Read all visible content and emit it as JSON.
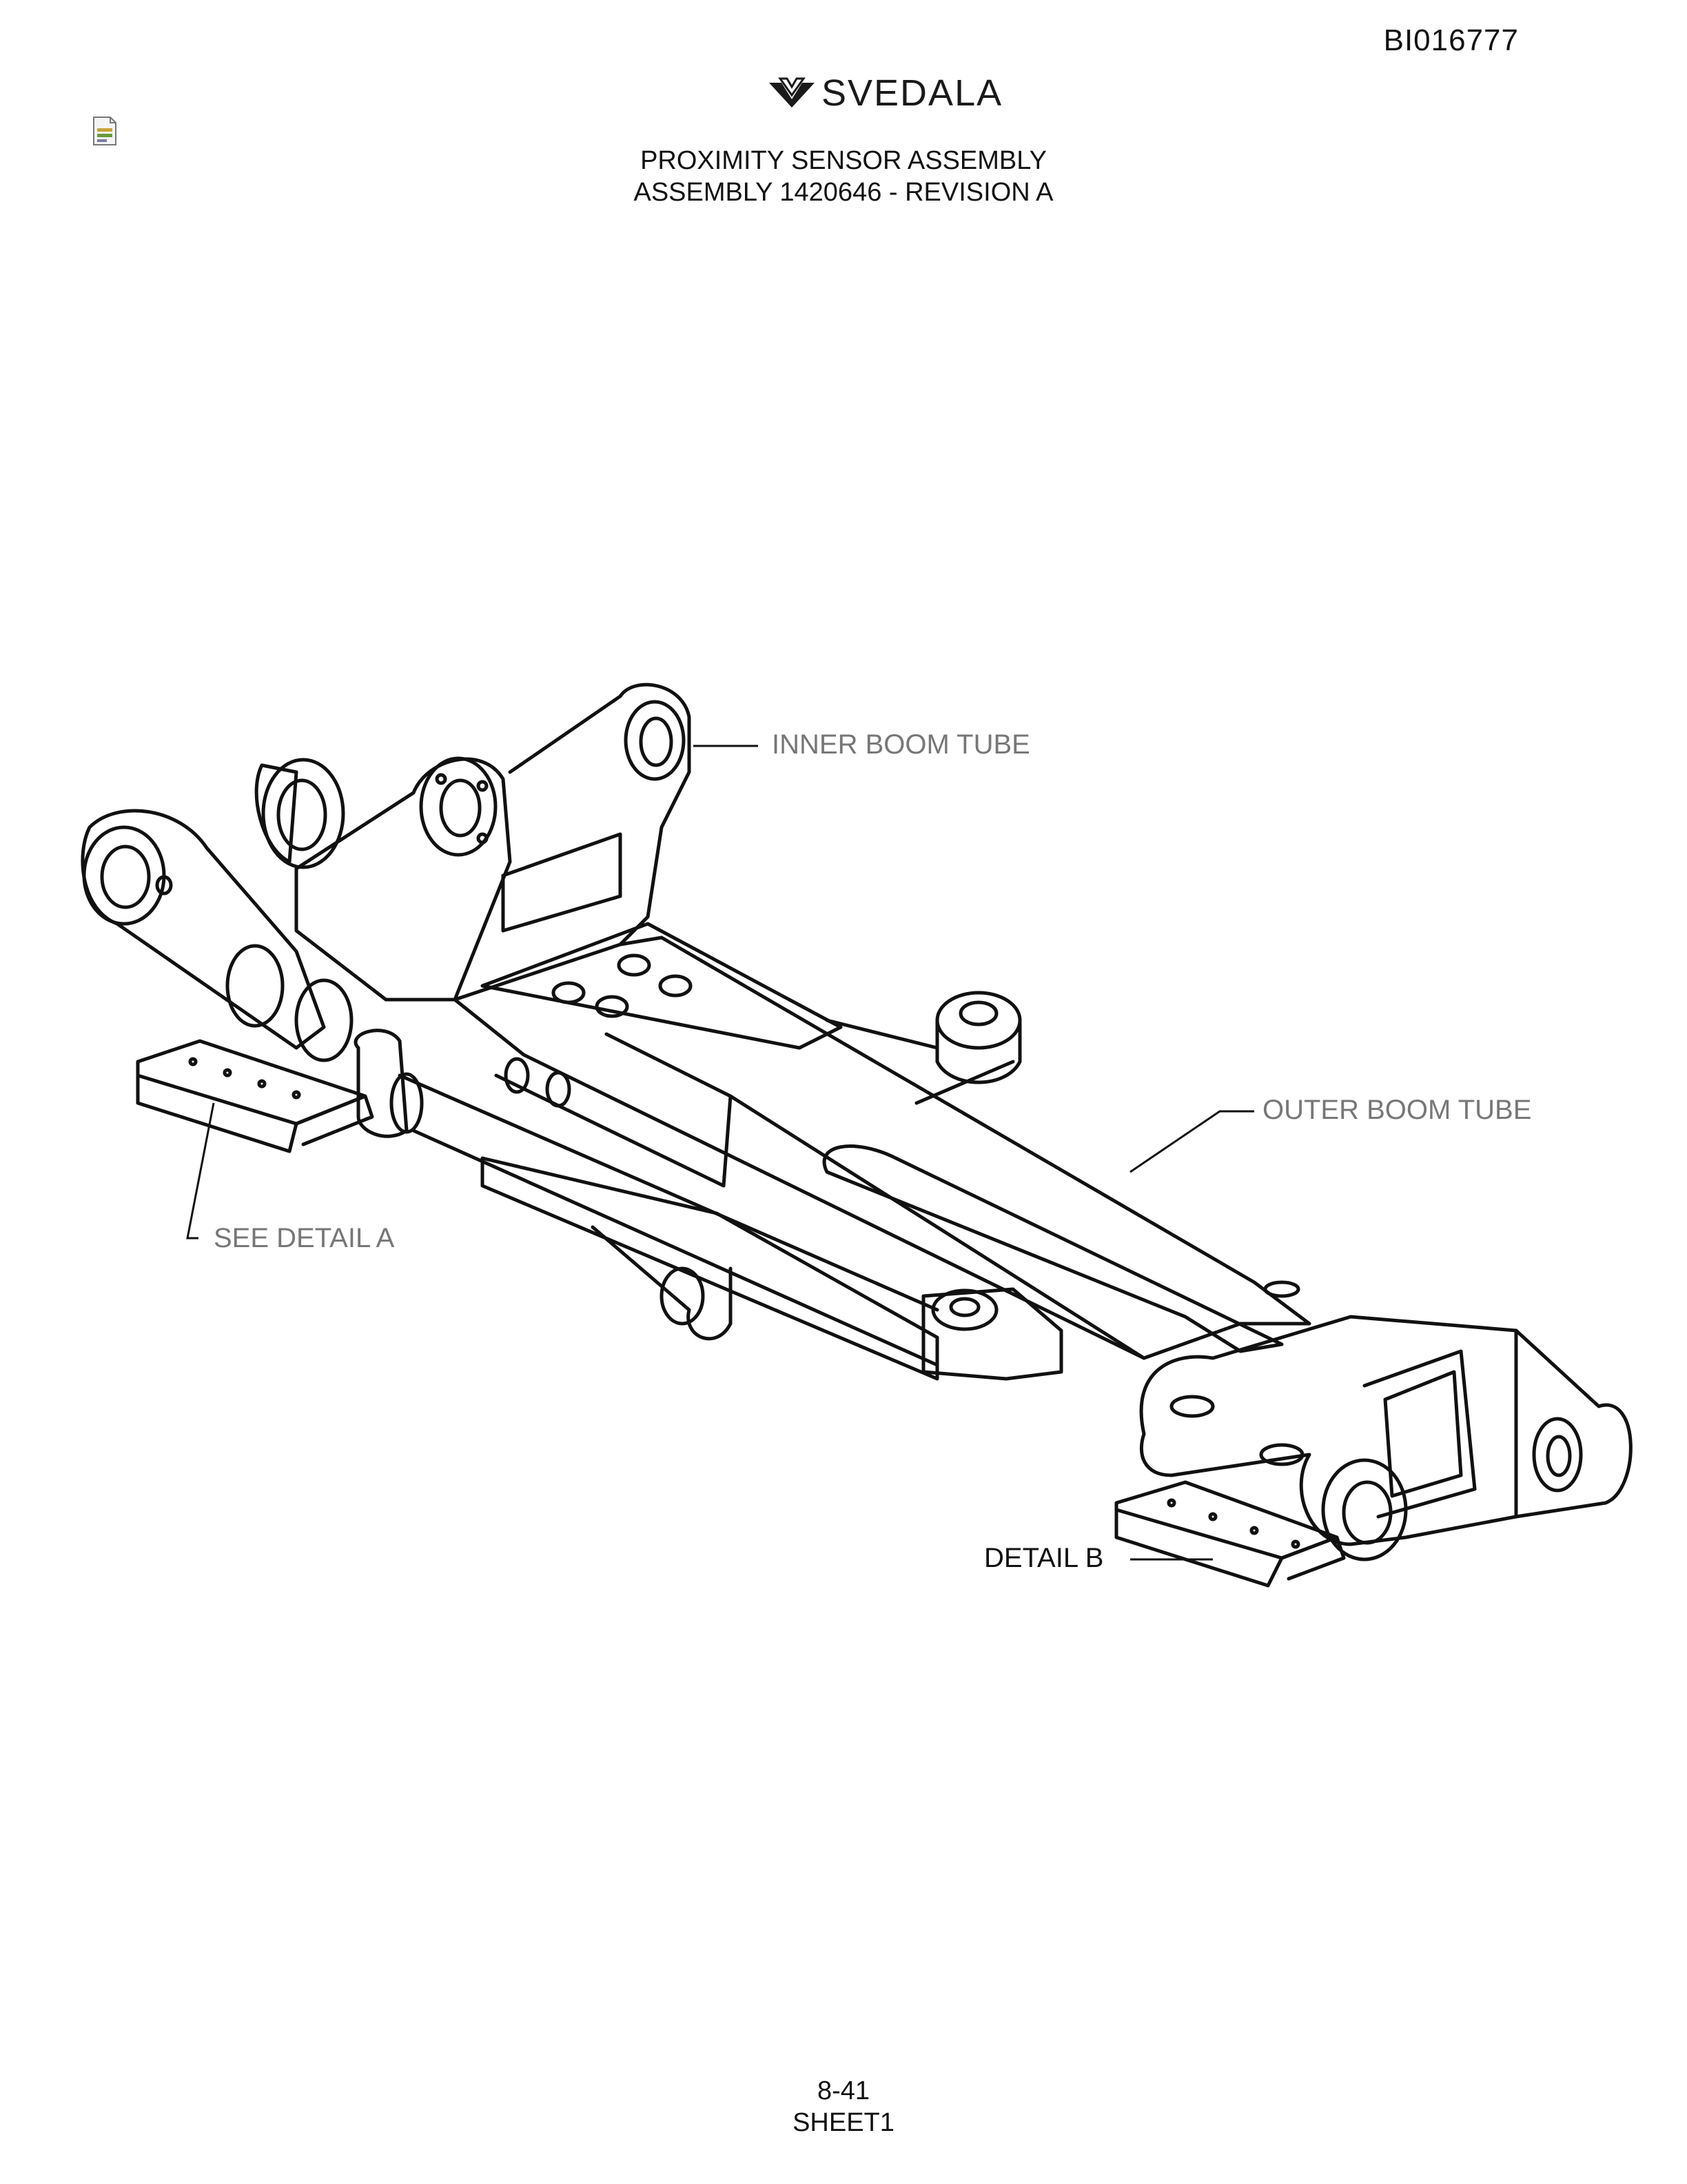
{
  "header": {
    "doc_id": "BI016777",
    "logo_text": "SVEDALA",
    "title_line1": "PROXIMITY SENSOR ASSEMBLY",
    "title_line2": "ASSEMBLY 1420646 - REVISION A"
  },
  "callouts": {
    "inner_boom_tube": "INNER BOOM TUBE",
    "outer_boom_tube": "OUTER BOOM TUBE",
    "see_detail_a": "SEE DETAIL A",
    "detail_b": "DETAIL B"
  },
  "footer": {
    "page_number": "8-41",
    "sheet": "SHEET1"
  }
}
